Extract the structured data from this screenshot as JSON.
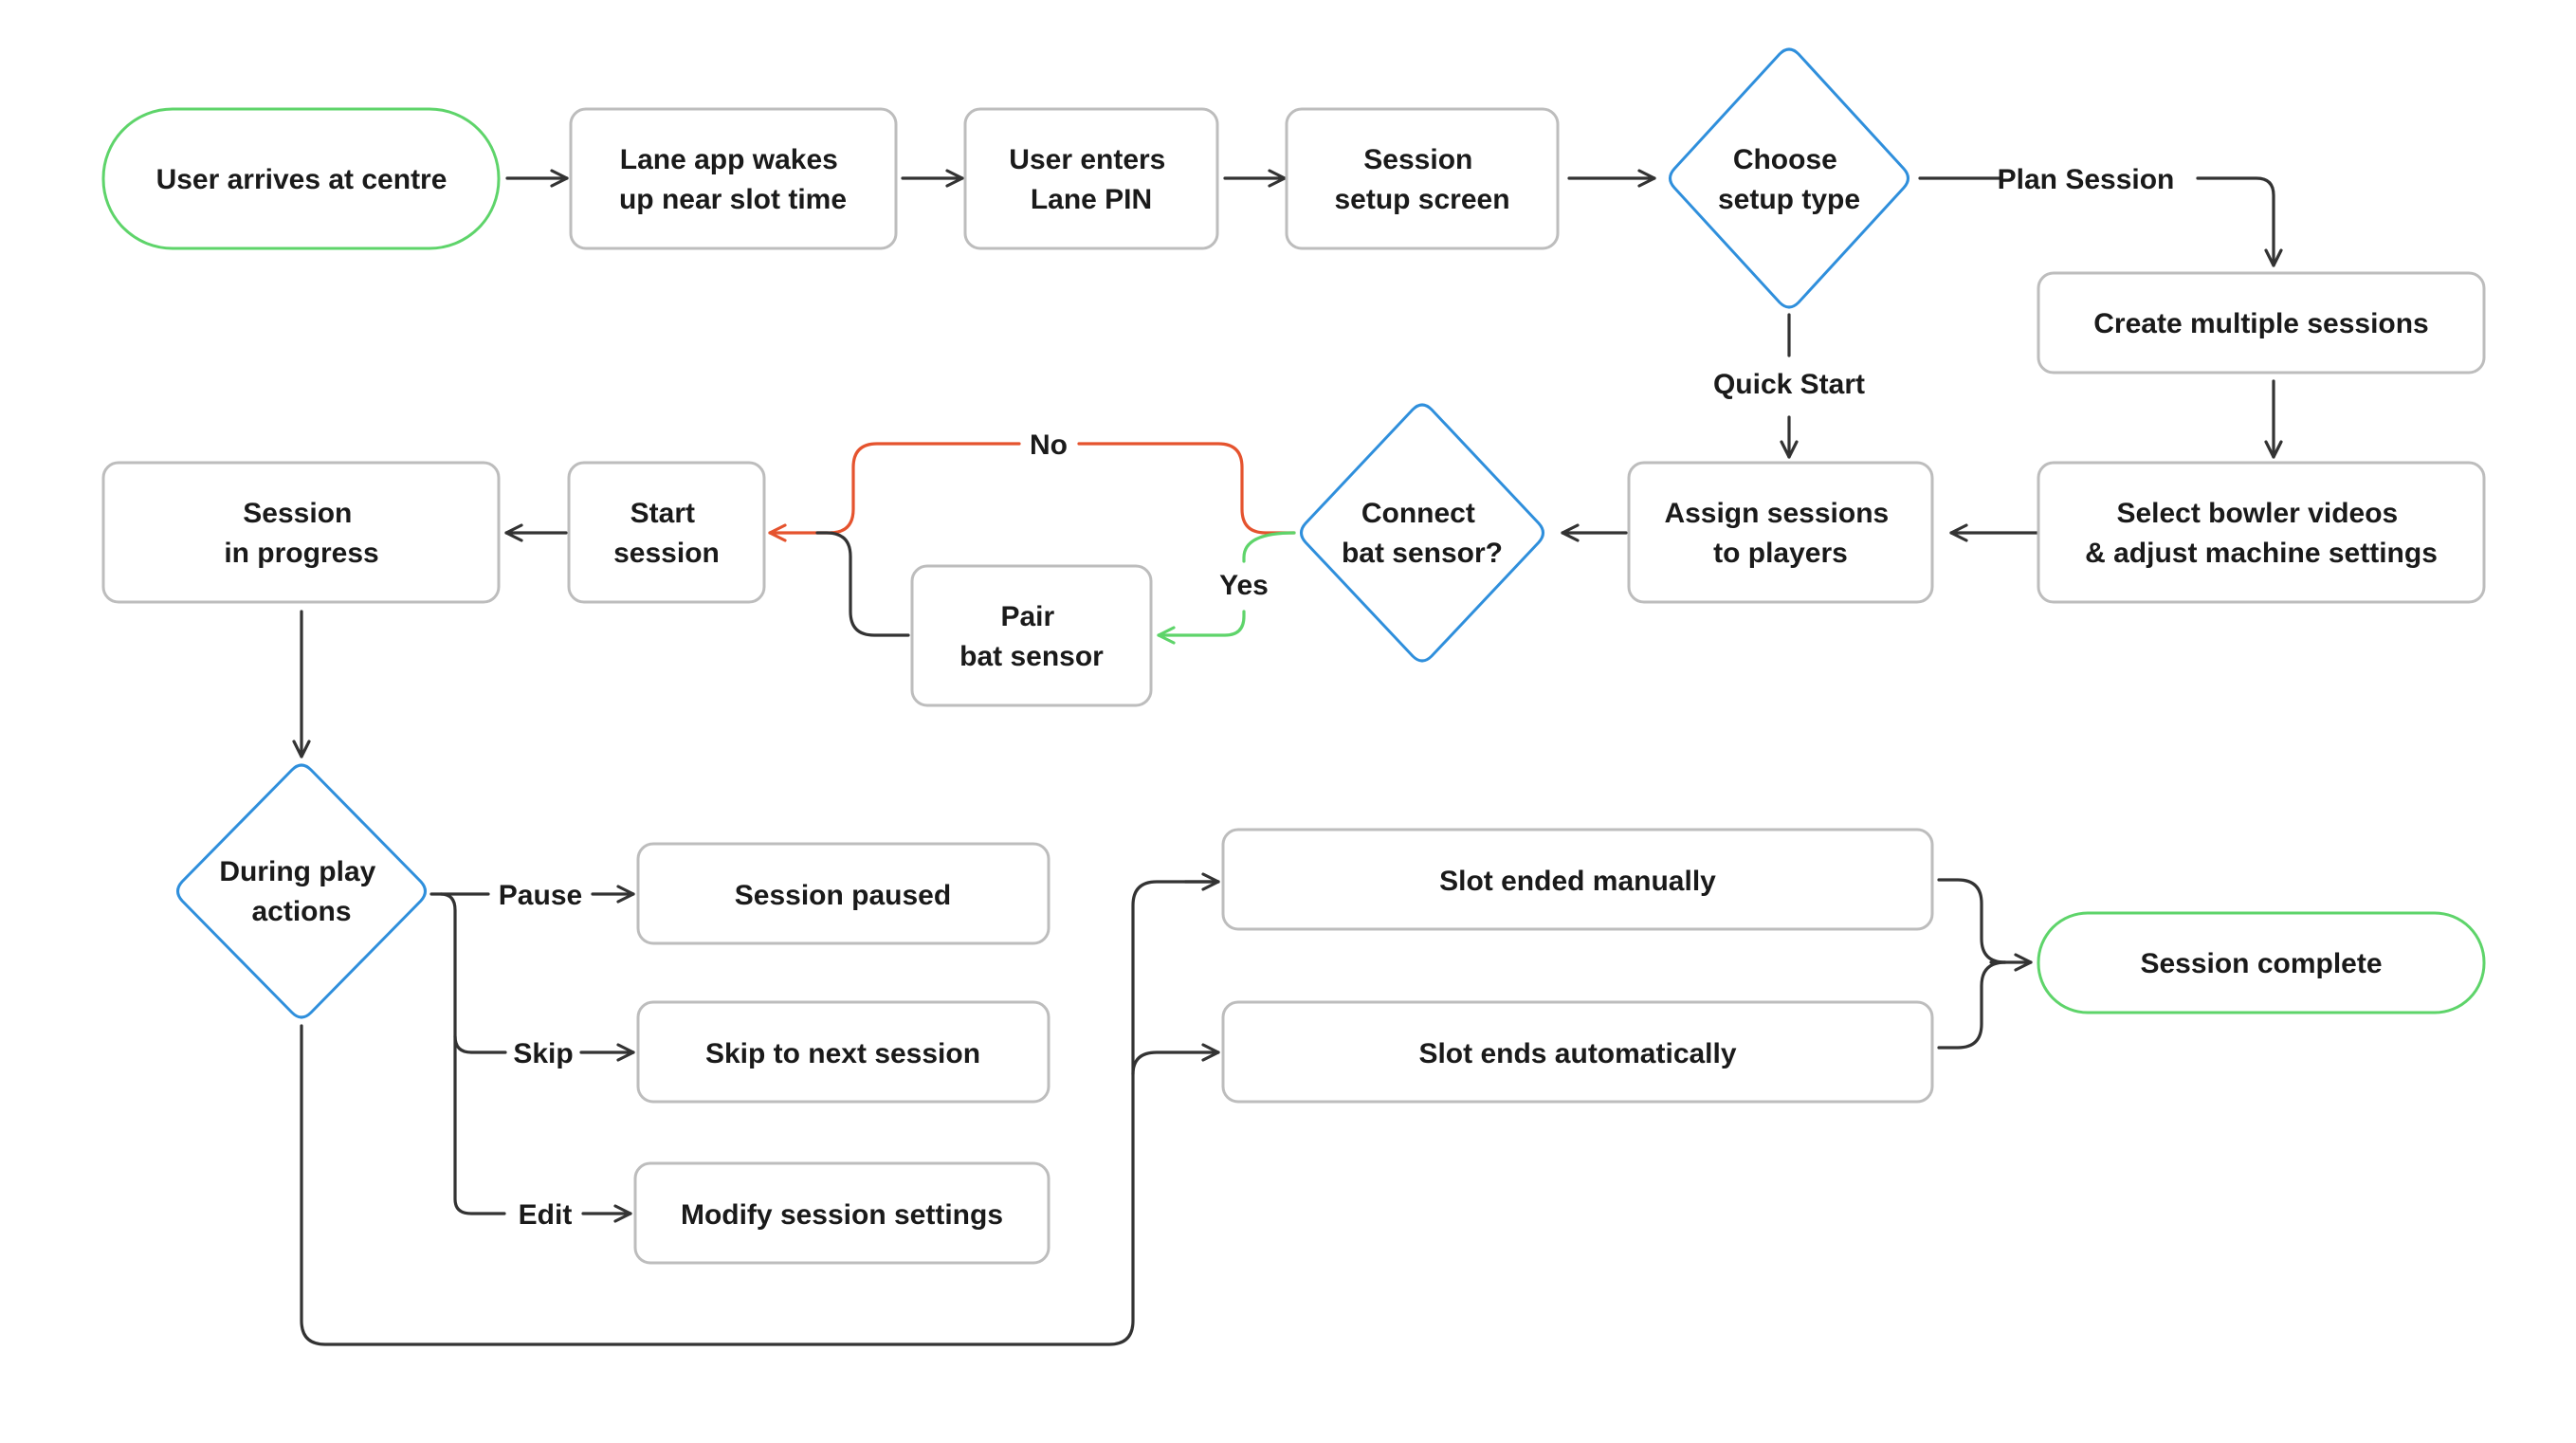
{
  "colors": {
    "process_stroke": "#bdbdbd",
    "terminal_stroke": "#5ed46a",
    "decision_stroke": "#2f8fdc",
    "edge": "#333333",
    "edge_no": "#e5532e",
    "edge_yes": "#5ed46a",
    "text": "#1a1a1a"
  },
  "nodes": {
    "user_arrives": {
      "shape": "terminal",
      "lines": [
        "User arrives at centre"
      ]
    },
    "lane_app_wakes": {
      "shape": "process",
      "lines": [
        "Lane app wakes",
        "up near slot time"
      ]
    },
    "enter_lane_pin": {
      "shape": "process",
      "lines": [
        "User enters",
        "Lane PIN"
      ]
    },
    "session_setup_screen": {
      "shape": "process",
      "lines": [
        "Session",
        "setup screen"
      ]
    },
    "choose_setup_type": {
      "shape": "decision",
      "lines": [
        "Choose",
        "setup type"
      ]
    },
    "create_multiple_sessions": {
      "shape": "process",
      "lines": [
        "Create multiple sessions"
      ]
    },
    "select_bowler_videos": {
      "shape": "process",
      "lines": [
        "Select bowler videos",
        "& adjust machine settings"
      ]
    },
    "assign_sessions": {
      "shape": "process",
      "lines": [
        "Assign sessions",
        "to players"
      ]
    },
    "connect_bat_sensor": {
      "shape": "decision",
      "lines": [
        "Connect",
        "bat sensor?"
      ]
    },
    "pair_bat_sensor": {
      "shape": "process",
      "lines": [
        "Pair",
        "bat sensor"
      ]
    },
    "start_session": {
      "shape": "process",
      "lines": [
        "Start",
        "session"
      ]
    },
    "session_in_progress": {
      "shape": "process",
      "lines": [
        "Session",
        "in progress"
      ]
    },
    "during_play_actions": {
      "shape": "decision",
      "lines": [
        "During play",
        "actions"
      ]
    },
    "session_paused": {
      "shape": "process",
      "lines": [
        "Session paused"
      ]
    },
    "skip_to_next": {
      "shape": "process",
      "lines": [
        "Skip to next session"
      ]
    },
    "modify_settings": {
      "shape": "process",
      "lines": [
        "Modify session settings"
      ]
    },
    "slot_ended_manually": {
      "shape": "process",
      "lines": [
        "Slot ended manually"
      ]
    },
    "slot_ends_automatically": {
      "shape": "process",
      "lines": [
        "Slot ends automatically"
      ]
    },
    "session_complete": {
      "shape": "terminal",
      "lines": [
        "Session complete"
      ]
    }
  },
  "edges": [
    {
      "from": "user_arrives",
      "to": "lane_app_wakes",
      "label": ""
    },
    {
      "from": "lane_app_wakes",
      "to": "enter_lane_pin",
      "label": ""
    },
    {
      "from": "enter_lane_pin",
      "to": "session_setup_screen",
      "label": ""
    },
    {
      "from": "session_setup_screen",
      "to": "choose_setup_type",
      "label": ""
    },
    {
      "from": "choose_setup_type",
      "to": "create_multiple_sessions",
      "label": "Plan Session"
    },
    {
      "from": "choose_setup_type",
      "to": "assign_sessions",
      "label": "Quick Start"
    },
    {
      "from": "create_multiple_sessions",
      "to": "select_bowler_videos",
      "label": ""
    },
    {
      "from": "select_bowler_videos",
      "to": "assign_sessions",
      "label": ""
    },
    {
      "from": "assign_sessions",
      "to": "connect_bat_sensor",
      "label": ""
    },
    {
      "from": "connect_bat_sensor",
      "to": "start_session",
      "label": "No"
    },
    {
      "from": "connect_bat_sensor",
      "to": "pair_bat_sensor",
      "label": "Yes"
    },
    {
      "from": "pair_bat_sensor",
      "to": "start_session",
      "label": ""
    },
    {
      "from": "start_session",
      "to": "session_in_progress",
      "label": ""
    },
    {
      "from": "session_in_progress",
      "to": "during_play_actions",
      "label": ""
    },
    {
      "from": "during_play_actions",
      "to": "session_paused",
      "label": "Pause"
    },
    {
      "from": "during_play_actions",
      "to": "skip_to_next",
      "label": "Skip"
    },
    {
      "from": "during_play_actions",
      "to": "modify_settings",
      "label": "Edit"
    },
    {
      "from": "during_play_actions",
      "to": "slot_ended_manually",
      "label": ""
    },
    {
      "from": "during_play_actions",
      "to": "slot_ends_automatically",
      "label": ""
    },
    {
      "from": "slot_ended_manually",
      "to": "session_complete",
      "label": ""
    },
    {
      "from": "slot_ends_automatically",
      "to": "session_complete",
      "label": ""
    }
  ]
}
